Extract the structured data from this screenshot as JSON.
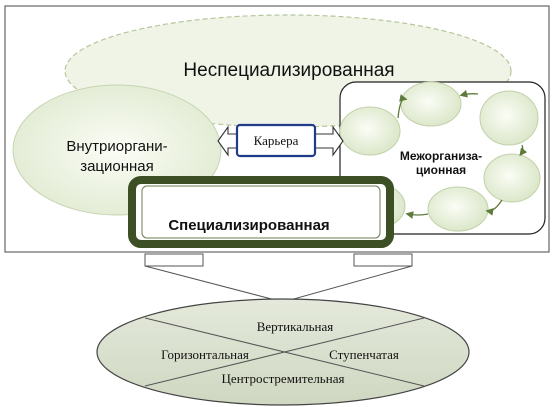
{
  "labels": {
    "nonspecialized": "Неспециализированная",
    "intra_line1": "Внутриоргани-",
    "intra_line2": "зационная",
    "career": "Карьера",
    "inter_line1": "Межорганиза-",
    "inter_line2": "ционная",
    "specialized": "Специализированная"
  },
  "types": {
    "vertical": "Вертикальная",
    "horizontal": "Горизонтальная",
    "stepped": "Ступенчатая",
    "centripetal": "Центростремительная"
  },
  "colors": {
    "ellipse_fill": "#e6eed8",
    "ellipse_fill_light": "#f2f6ea",
    "ellipse_stroke": "#b9c9a3",
    "dark_frame": "#3d4f24",
    "bottom_ellipse_fill": "#d8dfcc",
    "outline": "#555555",
    "cycle_arrow": "#5f7b3c"
  }
}
